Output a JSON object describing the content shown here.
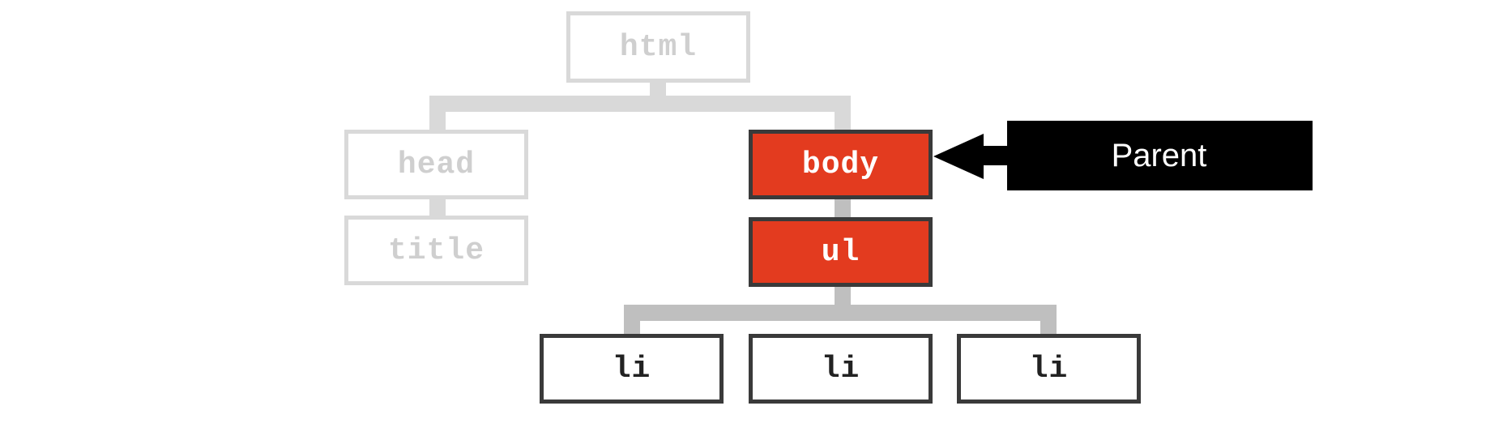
{
  "diagram": {
    "nodes": {
      "html": "html",
      "head": "head",
      "title": "title",
      "body": "body",
      "ul": "ul",
      "li_1": "li",
      "li_2": "li",
      "li_3": "li"
    },
    "callout": {
      "label": "Parent"
    },
    "colors": {
      "highlight": "#e33b1f",
      "faded_border": "#d9d9d9",
      "faded_text": "#cfcfcf",
      "dark_border": "#3a3a3a",
      "callout_bg": "#000000"
    }
  }
}
